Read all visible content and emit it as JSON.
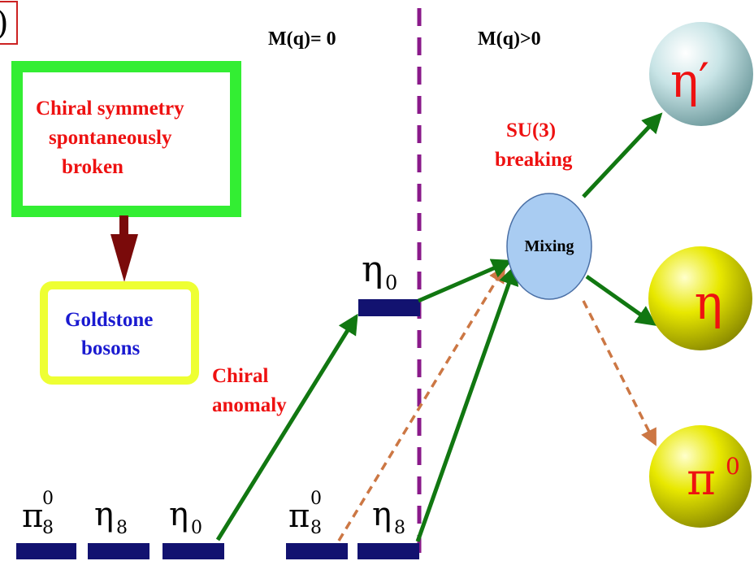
{
  "panel_label": ")",
  "regions": {
    "left": "M(q)= 0",
    "right": "M(q)>0"
  },
  "boxes": {
    "chiral_symmetry": [
      "Chiral symmetry",
      "spontaneously",
      "broken"
    ],
    "goldstone": [
      "Goldstone",
      "bosons"
    ],
    "mixing": "Mixing"
  },
  "labels": {
    "chiral_anomaly": [
      "Chiral",
      "anomaly"
    ],
    "su3_breaking": [
      "SU(3)",
      "breaking"
    ]
  },
  "states": {
    "bottom": [
      {
        "symbol": "π",
        "sup": "0",
        "sub": "8"
      },
      {
        "symbol": "η",
        "sup": "",
        "sub": "8"
      },
      {
        "symbol": "η",
        "sup": "",
        "sub": "0"
      },
      {
        "symbol": "π",
        "sup": "0",
        "sub": "8"
      },
      {
        "symbol": "η",
        "sup": "",
        "sub": "8"
      }
    ],
    "raised": {
      "symbol": "η",
      "sub": "0"
    }
  },
  "particles": [
    {
      "symbol": "η′",
      "color": "#c8e4e6"
    },
    {
      "symbol": "η",
      "color": "#d9d900"
    },
    {
      "symbol": "π",
      "sup": "0",
      "color": "#d9d900"
    }
  ],
  "colors": {
    "red_text": "#ee1111",
    "blue_text": "#1a1ad0",
    "green_box": "#33ee33",
    "yellow_box": "#eeff33",
    "arrow_green": "#117711",
    "arrow_dashed": "#cc7744",
    "arrow_dark_red": "#7a0a0a",
    "divider": "#8a1a8a",
    "level_bar": "#121270",
    "mixing_fill": "#a9ccf2"
  }
}
